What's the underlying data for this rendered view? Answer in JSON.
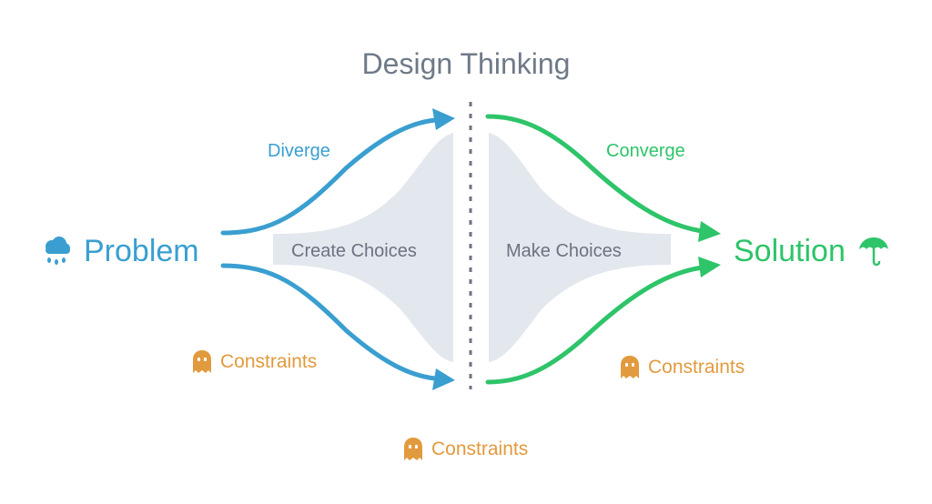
{
  "title": "Design Thinking",
  "start": {
    "label": "Problem",
    "icon": "rain-cloud-icon"
  },
  "end": {
    "label": "Solution",
    "icon": "umbrella-icon"
  },
  "phases": [
    {
      "arrow_label": "Diverge",
      "area_label": "Create Choices"
    },
    {
      "arrow_label": "Converge",
      "area_label": "Make Choices"
    }
  ],
  "constraints": [
    {
      "label": "Constraints",
      "icon": "ghost-icon"
    },
    {
      "label": "Constraints",
      "icon": "ghost-icon"
    },
    {
      "label": "Constraints",
      "icon": "ghost-icon"
    }
  ],
  "colors": {
    "diverge": "#3a9fd0",
    "converge": "#2ec46a",
    "constraint": "#e29a3e",
    "area": "#e3e7ee",
    "title": "#6f7a88",
    "divider": "#6b7380"
  }
}
